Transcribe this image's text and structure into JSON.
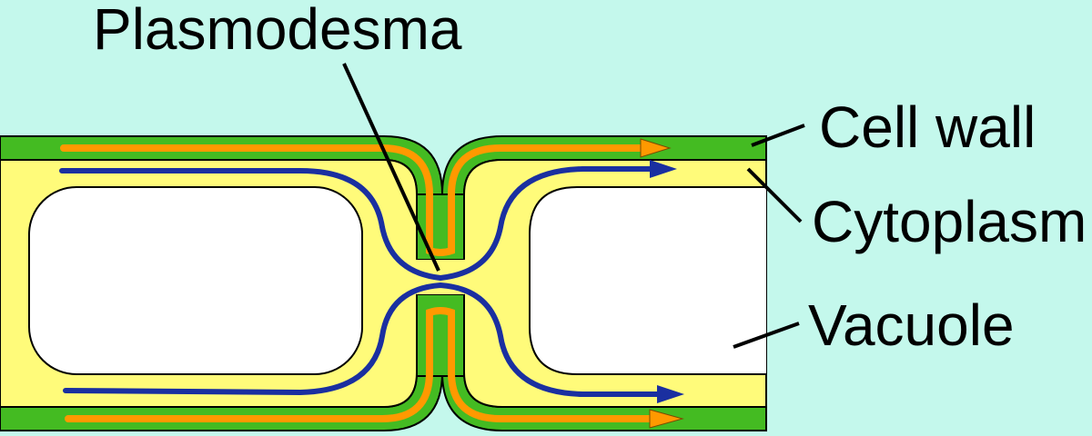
{
  "colors": {
    "background": "#c4f8ec",
    "cell_wall": "#44bb22",
    "cytoplasm": "#fffb7a",
    "vacuole": "#ffffff",
    "symplast_flow": "#1a2fa0",
    "apoplast_flow": "#ff9900",
    "outline": "#000000"
  },
  "labels": {
    "plasmodesma": "Plasmodesma",
    "cell_wall": "Cell wall",
    "cytoplasm": "Cytoplasm",
    "vacuole": "Vacuole"
  }
}
